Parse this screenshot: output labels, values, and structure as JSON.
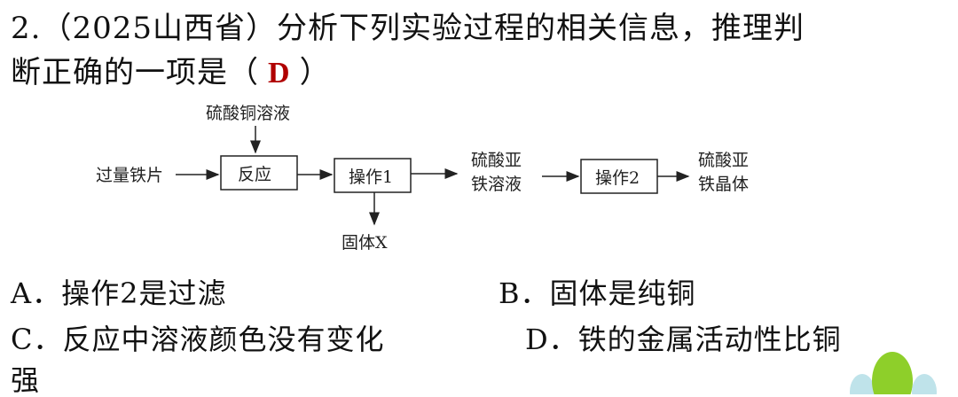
{
  "question": {
    "line1": "2.（2025山西省）分析下列实验过程的相关信息，推理判",
    "line2_prefix": "断正确的一项是（",
    "answer": "D",
    "line2_suffix": "）"
  },
  "diagram": {
    "reagent": "硫酸铜溶液",
    "input": "过量铁片",
    "step1": "反应",
    "step2": "操作1",
    "solid_output": "固体X",
    "mid_line1": "硫酸亚",
    "mid_line2": "铁溶液",
    "step3": "操作2",
    "final_line1": "硫酸亚",
    "final_line2": "铁晶体"
  },
  "options": {
    "A": "A．操作2是过滤",
    "B": "B．固体是纯铜",
    "C_line1": "C．反应中溶液颜色没有变化",
    "C_line2": "强",
    "D": "D．铁的金属活动性比铜"
  },
  "colors": {
    "answer": "#b00000",
    "decoration_green": "#8ecf2a",
    "decoration_light": "#bfe3ea"
  }
}
